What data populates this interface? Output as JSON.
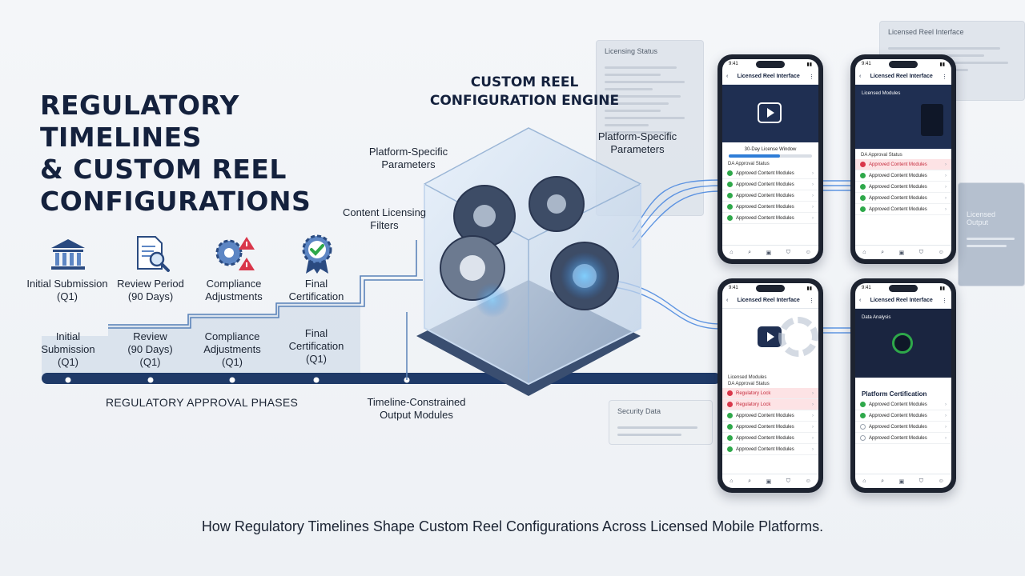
{
  "title": "REGULATORY TIMELINES\n& CUSTOM REEL\nCONFIGURATIONS",
  "engine_title": "CUSTOM REEL\nCONFIGURATION ENGINE",
  "callouts": {
    "platform_params_left": "Platform-Specific\nParameters",
    "platform_params_right": "Platform-Specific\nParameters",
    "content_filters": "Content Licensing\nFilters",
    "output_modules": "Timeline-Constrained\nOutput Modules"
  },
  "phases": {
    "icon_labels": [
      "Initial Submission\n(Q1)",
      "Review Period\n(90 Days)",
      "Compliance\nAdjustments",
      "Final\nCertification"
    ],
    "step_labels": [
      "Initial\nSubmission\n(Q1)",
      "Review\n(90 Days)\n(Q1)",
      "Compliance\nAdjustments\n(Q1)",
      "Final\nCertification\n(Q1)"
    ],
    "section_label": "REGULATORY APPROVAL PHASES"
  },
  "caption": "How Regulatory Timelines Shape Custom Reel Configurations Across Licensed Mobile Platforms.",
  "bg_panels": {
    "top_right_title": "Licensed Reel Interface",
    "left_title": "Licensing Status",
    "right_mid_title": "Licensed Output",
    "bottom_left_title": "Security Data"
  },
  "phones": [
    {
      "time": "9:41",
      "app_title": "Licensed Reel Interface",
      "progress_label": "30-Day License Window",
      "progress": 0.62,
      "section": "DA Approval Status",
      "rows": [
        {
          "label": "Approved Content Modules",
          "state": "ok"
        },
        {
          "label": "Approved Content Modules",
          "state": "ok"
        },
        {
          "label": "Approved Content Modules",
          "state": "ok"
        },
        {
          "label": "Approved Content Modules",
          "state": "ok"
        },
        {
          "label": "Approved Content Modules",
          "state": "ok"
        }
      ],
      "nav": [
        "Home",
        "Browse",
        "Library",
        "Rewards",
        "Profile"
      ]
    },
    {
      "time": "9:41",
      "app_title": "Licensed Reel Interface",
      "hero_title": "Licensed Modules",
      "section": "DA Approval Status",
      "rows": [
        {
          "label": "Approved Content Modules",
          "state": "alert"
        },
        {
          "label": "Approved Content Modules",
          "state": "ok"
        },
        {
          "label": "Approved Content Modules",
          "state": "ok"
        },
        {
          "label": "Approved Content Modules",
          "state": "ok"
        },
        {
          "label": "Approved Content Modules",
          "state": "ok"
        }
      ],
      "nav": [
        "Home",
        "Browse",
        "Library",
        "Rewards",
        "Profile"
      ]
    },
    {
      "time": "9:41",
      "app_title": "Licensed Reel Interface",
      "section": "Licensed Modules",
      "sub_section": "DA Approval Status",
      "rows": [
        {
          "label": "Regulatory Lock",
          "state": "alert"
        },
        {
          "label": "Regulatory Lock",
          "state": "alert"
        },
        {
          "label": "Approved Content Modules",
          "state": "ok"
        },
        {
          "label": "Approved Content Modules",
          "state": "ok"
        },
        {
          "label": "Approved Content Modules",
          "state": "ok"
        },
        {
          "label": "Approved Content Modules",
          "state": "ok"
        }
      ],
      "nav": [
        "Home",
        "Browse",
        "Library",
        "Rewards",
        "Profile"
      ]
    },
    {
      "time": "9:41",
      "app_title": "Licensed Reel Interface",
      "hero_title": "Data Analysis",
      "cert_title": "Platform Certification",
      "rows": [
        {
          "label": "Approved Content Modules",
          "state": "ok"
        },
        {
          "label": "Approved Content Modules",
          "state": "ok"
        },
        {
          "label": "Approved Content Modules",
          "state": "muted"
        },
        {
          "label": "Approved Content Modules",
          "state": "muted"
        }
      ],
      "nav": [
        "Home",
        "Browse",
        "Library",
        "Rewards",
        "Profile"
      ]
    }
  ],
  "colors": {
    "navy": "#14213d",
    "timeline": "#1f3a68",
    "accent_blue": "#2e7dd7",
    "ok_green": "#2ea84a",
    "alert_red": "#d9364a"
  }
}
